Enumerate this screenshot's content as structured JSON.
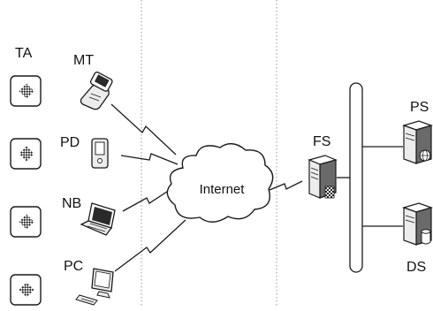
{
  "labels": {
    "ta": "TA",
    "mt": "MT",
    "pd": "PD",
    "nb": "NB",
    "pc": "PC",
    "internet": "Internet",
    "fs": "FS",
    "ps": "PS",
    "ds": "DS"
  },
  "colors": {
    "line": "#1a1a1a",
    "device_fill": "#ececec",
    "server_dark": "#6a6a6a",
    "divider": "#9a9a9a"
  },
  "icons": {
    "ta": "checkered-token-icon",
    "mt": "mobile-terminal-icon",
    "pd": "pda-icon",
    "nb": "notebook-icon",
    "pc": "desktop-pc-icon",
    "fs": "server-icon",
    "ps": "server-globe-icon",
    "ds": "server-database-icon"
  }
}
